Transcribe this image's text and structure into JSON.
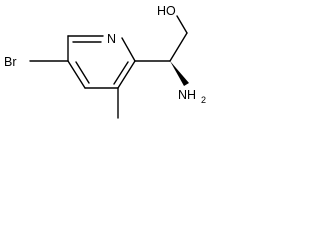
{
  "molecule": {
    "atoms": {
      "ring_nitrogen": "N",
      "bromine": "Br",
      "hydroxyl": "HO",
      "amine": "NH",
      "amine_subscript": "2"
    },
    "stereo_bond": "wedge"
  }
}
